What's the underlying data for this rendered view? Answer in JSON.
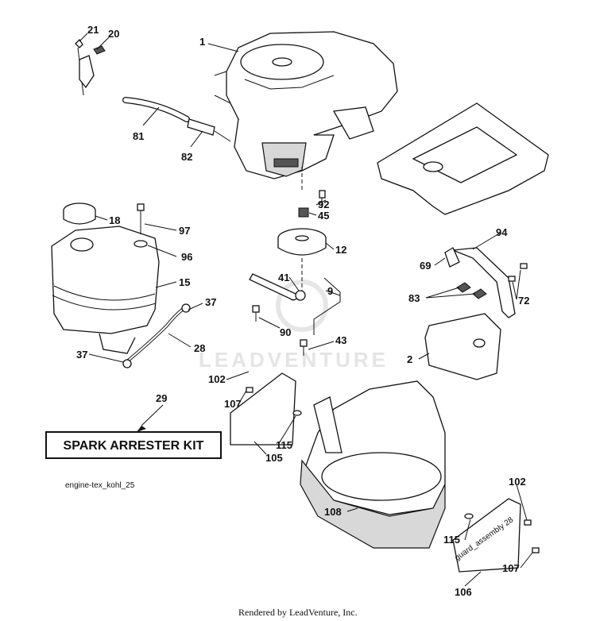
{
  "title_box": "SPARK ARRESTER KIT",
  "diagram_code": "engine-tex_kohl_25",
  "footer": "Rendered by LeadVenture, Inc.",
  "watermark": "LEADVENTURE",
  "guard_stamp": "guard_assembly 28",
  "labels": {
    "p1": "1",
    "p2": "2",
    "p9": "9",
    "p12": "12",
    "p15": "15",
    "p18": "18",
    "p20": "20",
    "p21": "21",
    "p28": "28",
    "p29": "29",
    "p37a": "37",
    "p37b": "37",
    "p41": "41",
    "p43": "43",
    "p45": "45",
    "p69": "69",
    "p72": "72",
    "p81": "81",
    "p82": "82",
    "p83": "83",
    "p90": "90",
    "p92": "92",
    "p94": "94",
    "p96": "96",
    "p97": "97",
    "p102a": "102",
    "p102b": "102",
    "p105": "105",
    "p106": "106",
    "p107a": "107",
    "p107b": "107",
    "p108": "108",
    "p115a": "115",
    "p115b": "115"
  }
}
